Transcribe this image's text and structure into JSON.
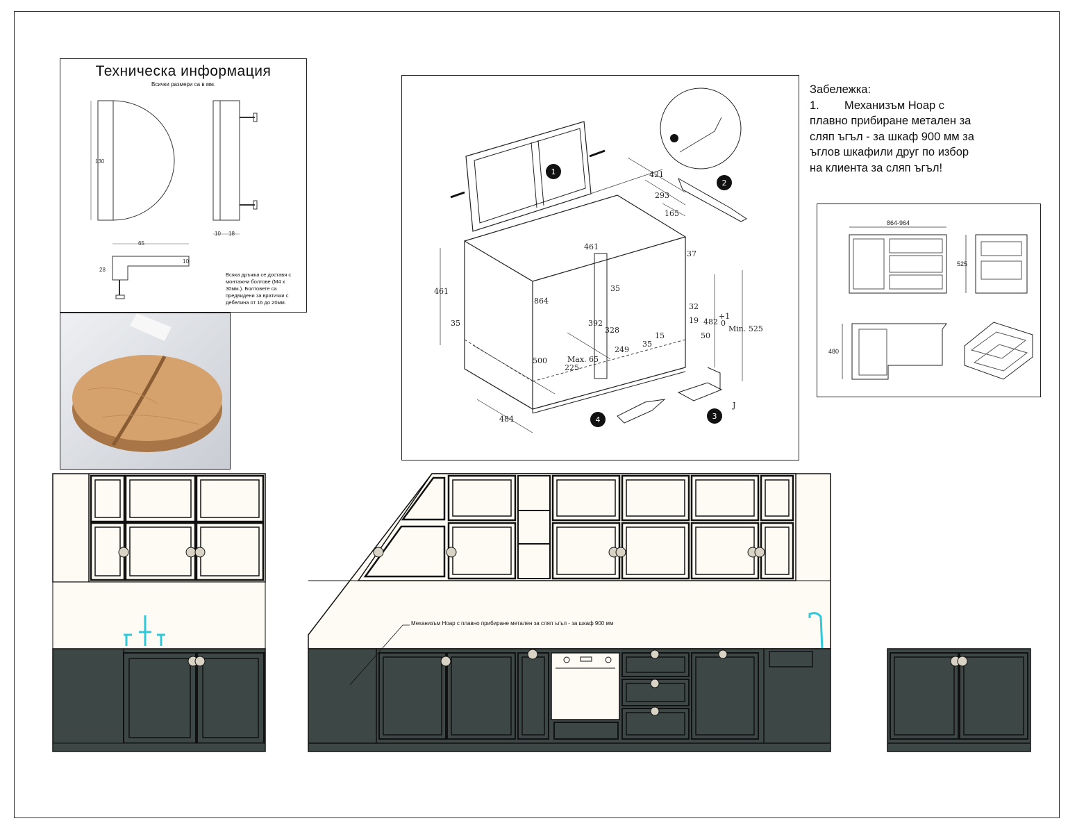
{
  "tech_info": {
    "title": "Техническа информация",
    "subtitle": "Всички размери са в мм.",
    "dims": {
      "height": "130",
      "width": "65",
      "depth": "28",
      "thickness": "10",
      "a": "10",
      "b": "18"
    },
    "note": "Всяка дръжка се доставя с монтажни болтове (М4 х 30мм.). Болтовете са предвидени за вратички с дебелина от 16 до 20мм."
  },
  "note": {
    "heading": "Забележка:",
    "number": "1.",
    "line1": "Механизъм Ноар с",
    "body": [
      "плавно прибиране метален за",
      "сляп ъгъл - за шкаф 900 мм за",
      "ъглов шкафили друг по избор",
      "на клиента за сляп ъгъл!"
    ]
  },
  "mechanism_diagram": {
    "callouts": [
      "1",
      "2",
      "3",
      "4"
    ],
    "dimensions": [
      "421",
      "293",
      "165",
      "461",
      "37",
      "35",
      "864",
      "461",
      "35",
      "32",
      "19",
      "482",
      "+1",
      "0",
      "Min. 525",
      "392",
      "328",
      "249",
      "15",
      "35",
      "50",
      "Max. 65",
      "225",
      "500",
      "484",
      "J"
    ]
  },
  "cabinet_spec": {
    "width": "864-964",
    "height": "525",
    "depth": "480"
  },
  "elevation": {
    "annotation": "Механизъм Ноар с плавно прибиране метален за сляп ъгъл - за шкаф 900 мм"
  },
  "colors": {
    "cabinet_dark": "#3d4745",
    "cabinet_light": "#fdfbf4",
    "faucet": "#2ec8d8",
    "line": "#111111"
  }
}
